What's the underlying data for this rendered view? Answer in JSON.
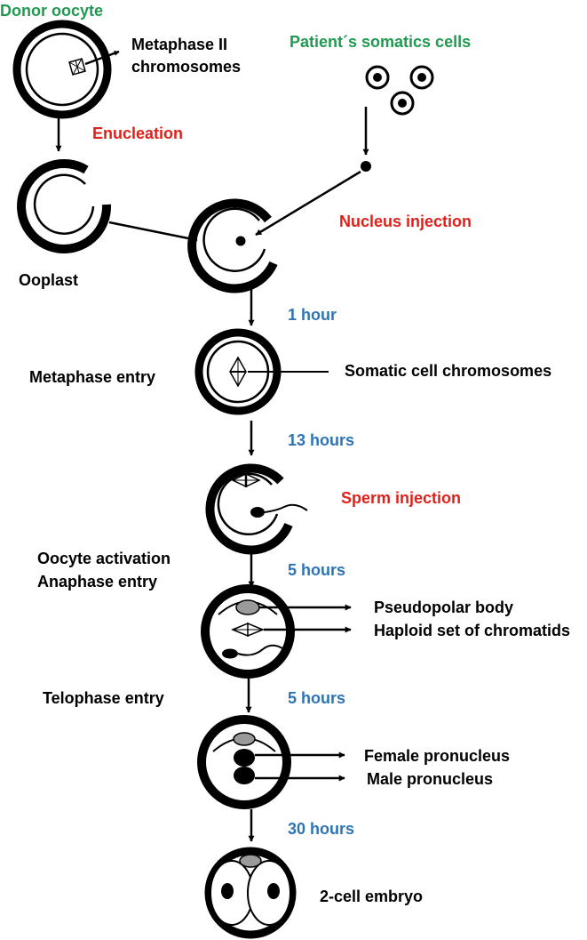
{
  "colors": {
    "green": "#1f9a50",
    "red": "#e0201b",
    "blue": "#2e74b5",
    "black": "#000000",
    "gray": "#9a9a9a"
  },
  "labels": {
    "donor_oocyte": "Donor oocyte",
    "metaphase_ii_line1": "Metaphase II",
    "metaphase_ii_line2": "chromosomes",
    "patient_somatic_cells": "Patient´s somatics cells",
    "enucleation": "Enucleation",
    "nucleus_injection": "Nucleus injection",
    "ooplast": "Ooplast",
    "metaphase_entry": "Metaphase entry",
    "somatic_cell_chromosomes": "Somatic cell chromosomes",
    "sperm_injection": "Sperm injection",
    "oocyte_activation": "Oocyte activation",
    "anaphase_entry": "Anaphase entry",
    "pseudopolar_body": "Pseudopolar body",
    "haploid_set": "Haploid set of chromatids",
    "telophase_entry": "Telophase entry",
    "female_pronucleus": "Female pronucleus",
    "male_pronucleus": "Male pronucleus",
    "two_cell_embryo": "2-cell embryo"
  },
  "durations": {
    "step1": "1 hour",
    "step2": "13 hours",
    "step3": "5 hours",
    "step4": "5 hours",
    "step5": "30 hours"
  }
}
